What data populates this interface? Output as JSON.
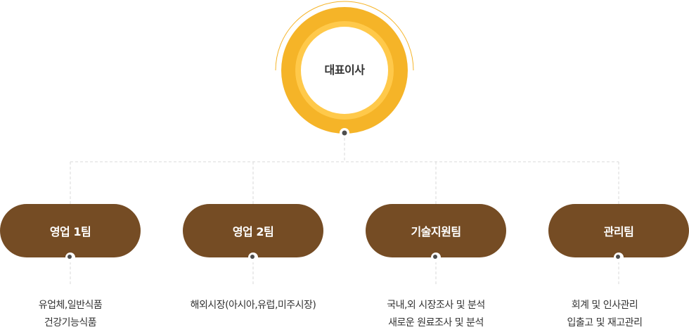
{
  "ceo": {
    "label": "대표이사"
  },
  "colors": {
    "ring_outer": "#f5b428",
    "ring_mid": "#ffc94a",
    "dept_bg": "#754c24",
    "connector": "#d9d9d9",
    "text": "#333333"
  },
  "departments": [
    {
      "name": "영업 1팀",
      "duties": [
        "유업체,일반식품",
        "건강기능식품"
      ]
    },
    {
      "name": "영업 2팀",
      "duties": [
        "해외시장(아시아,유럽,미주시장)"
      ]
    },
    {
      "name": "기술지원팀",
      "duties": [
        "국내,외 시장조사 및 분석",
        "새로운 원료조사 및 분석"
      ]
    },
    {
      "name": "관리팀",
      "duties": [
        "회계 및 인사관리",
        "입출고 및 재고관리"
      ]
    }
  ]
}
